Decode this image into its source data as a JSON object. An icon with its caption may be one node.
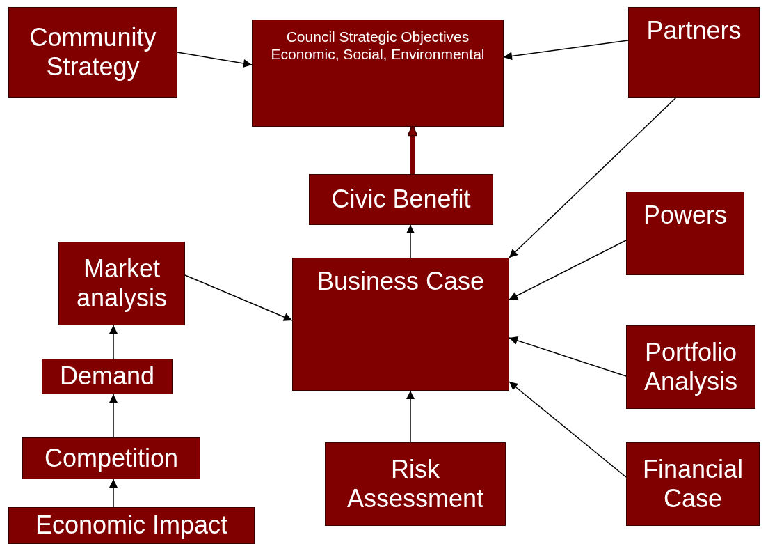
{
  "diagram": {
    "nodes": [
      {
        "text": [
          "Community Strategy"
        ]
      },
      {
        "text": [
          "Council Strategic Objectives Economic, Social, Environmental"
        ]
      },
      {
        "text": [
          "Partners"
        ]
      },
      {
        "text": [
          "Civic Benefit"
        ]
      },
      {
        "text": [
          "Powers"
        ]
      },
      {
        "text": [
          "Market analysis"
        ]
      },
      {
        "text": [
          "Business Case"
        ]
      },
      {
        "text": [
          "Portfolio Analysis"
        ]
      },
      {
        "text": [
          "Demand"
        ]
      },
      {
        "text": [
          "Competition"
        ]
      },
      {
        "text": [
          "Risk Assessment"
        ]
      },
      {
        "text": [
          "Financial Case"
        ]
      },
      {
        "text": [
          "Economic Impact"
        ]
      }
    ],
    "edges": [
      {
        "from": 0,
        "to": 1,
        "arrow": "to"
      },
      {
        "from": 2,
        "to": 1,
        "arrow": "to"
      },
      {
        "from": 3,
        "to": 1,
        "arrow": "to",
        "style": "thick",
        "color": "#800000"
      },
      {
        "from": 2,
        "to": 6,
        "arrow": "to"
      },
      {
        "from": 6,
        "to": 3,
        "arrow": "to"
      },
      {
        "from": 4,
        "to": 6,
        "arrow": "to"
      },
      {
        "from": 7,
        "to": 6,
        "arrow": "to"
      },
      {
        "from": 11,
        "to": 6,
        "arrow": "to"
      },
      {
        "from": 5,
        "to": 6,
        "arrow": "to"
      },
      {
        "from": 10,
        "to": 6,
        "arrow": "to"
      },
      {
        "from": 8,
        "to": 5,
        "arrow": "to"
      },
      {
        "from": 9,
        "to": 8,
        "arrow": "to"
      },
      {
        "from": 12,
        "to": 9,
        "arrow": "to"
      }
    ]
  }
}
